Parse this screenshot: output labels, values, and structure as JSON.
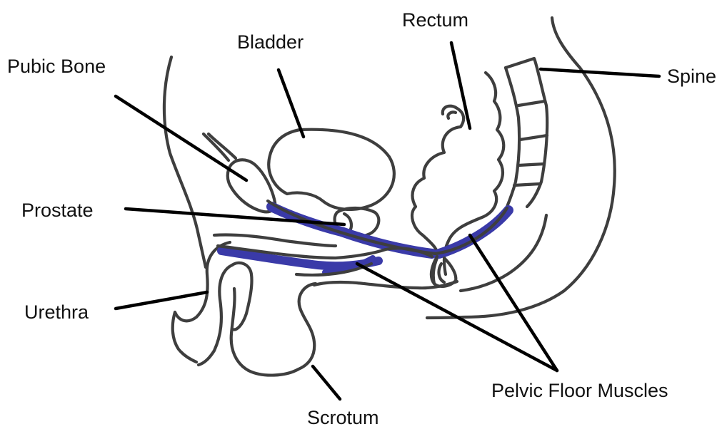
{
  "labels": {
    "pubic_bone": "Pubic Bone",
    "bladder": "Bladder",
    "rectum": "Rectum",
    "spine": "Spine",
    "prostate": "Prostate",
    "urethra": "Urethra",
    "pelvic_floor_muscles": "Pelvic Floor Muscles",
    "scrotum": "Scrotum"
  },
  "colors": {
    "outline": "#3e3e3e",
    "muscle": "#3a3aa8",
    "leader": "#000000",
    "background": "#ffffff"
  }
}
